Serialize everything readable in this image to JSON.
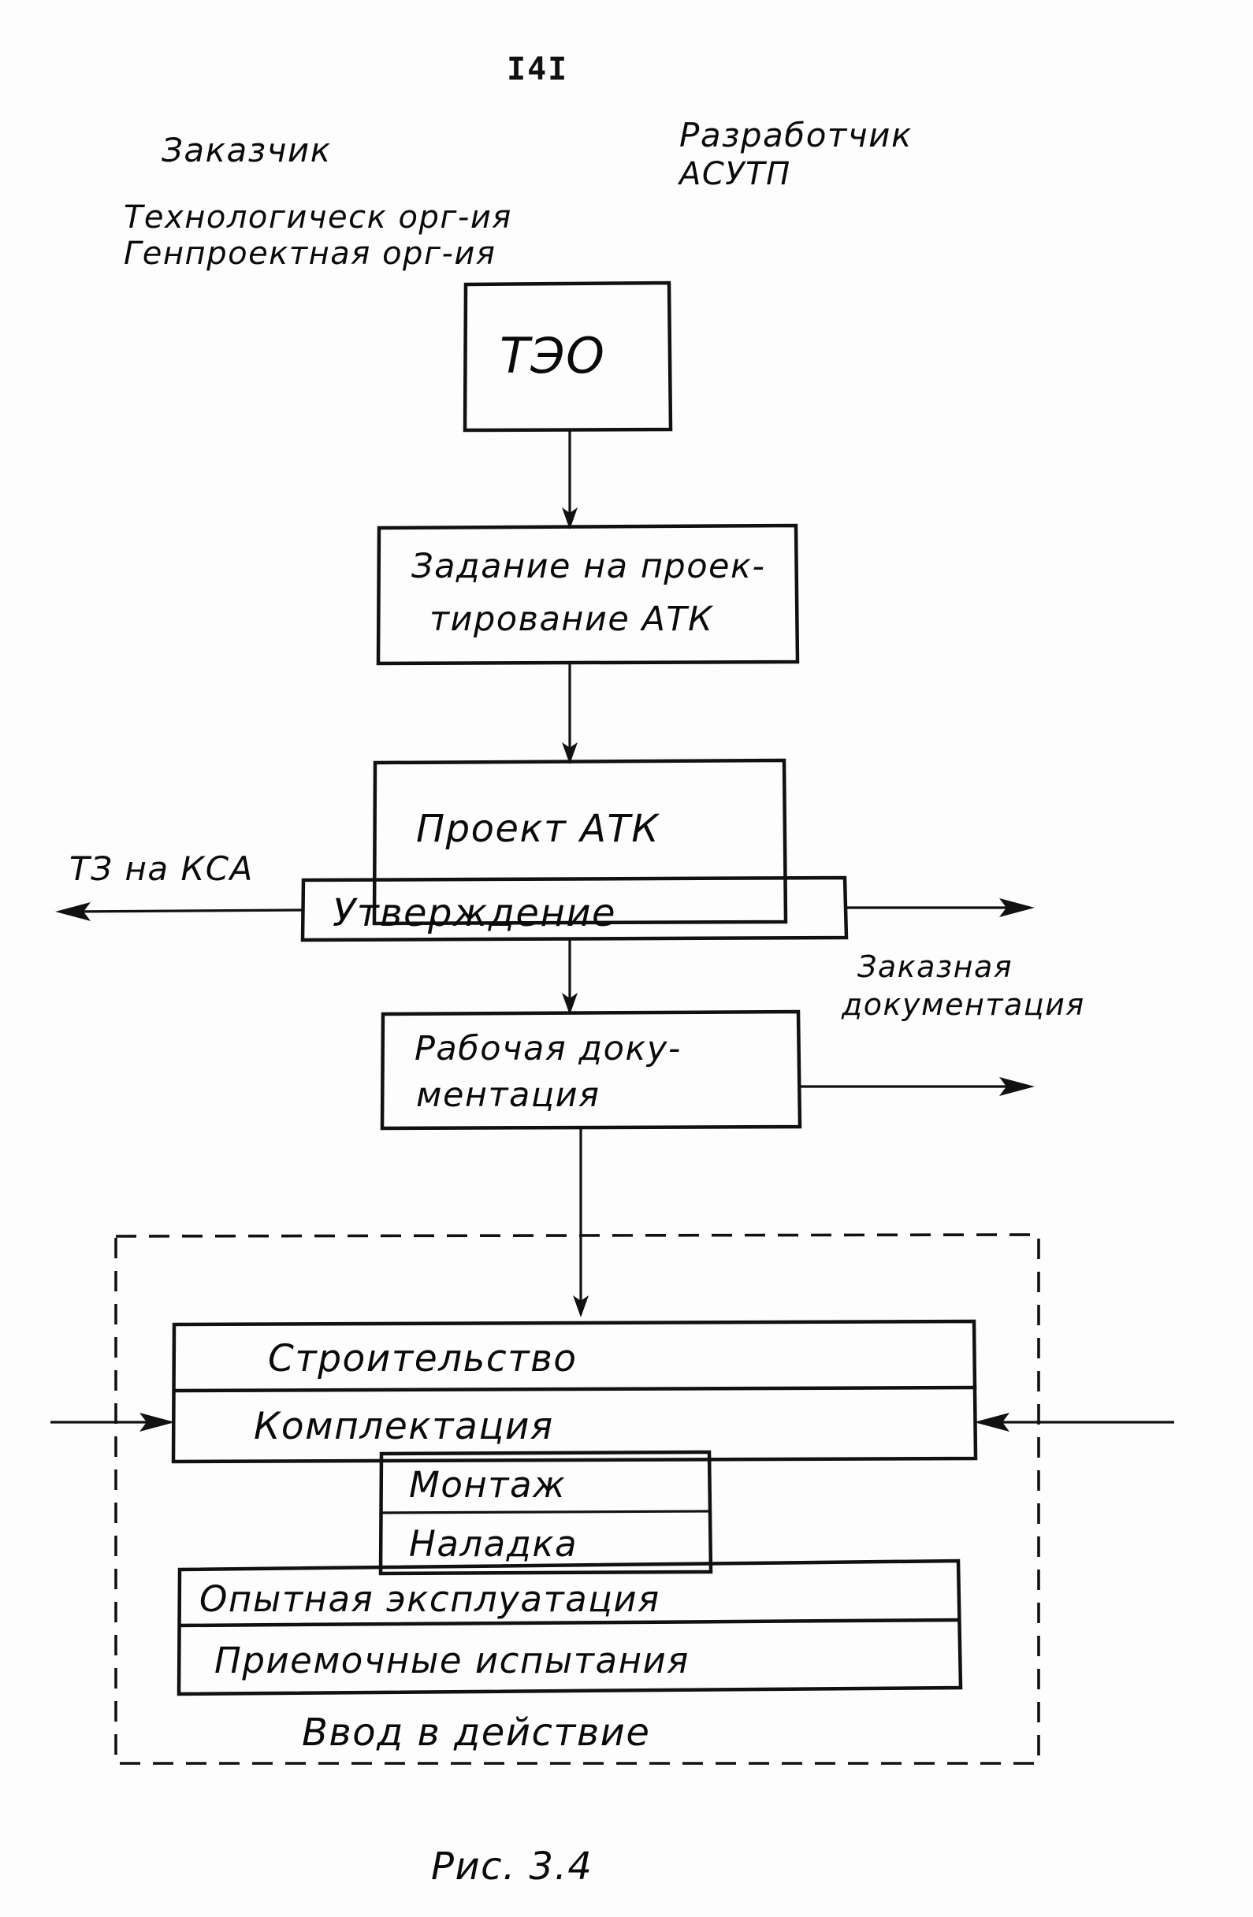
{
  "page": {
    "number": "I4I",
    "caption": "Рис.  3.4",
    "language": "ru",
    "ink_color": "#111111",
    "paper_color": "#fdfdfd"
  },
  "column_headers": {
    "left": [
      "Заказчик",
      "Технологическ орг-ия",
      "Генпроектная орг-ия"
    ],
    "right": [
      "Разработчик",
      "АСУТП"
    ]
  },
  "boxes": {
    "teo": "ТЭО",
    "zadanie_line1": "Задание  на  проек-",
    "zadanie_line2": "тирование  АТК",
    "proekt_atk": "Проект   АТК",
    "utverzhdenie": "Утверждение",
    "rabochaya_line1": "Рабочая   доку-",
    "rabochaya_line2": "ментация",
    "stroitelstvo": "Строительство",
    "komplektatsiya": "Комплектация",
    "montazh": "Монтаж",
    "naladka": "Наладка",
    "opytnaya": "Опытная   эксплуатация",
    "priemochnye": "Приемочные   испытания",
    "vvod": "Ввод   в  действие"
  },
  "edge_labels": {
    "tz_na_ksa": "ТЗ  на  КСА",
    "zakaznaya_line1": "Заказная",
    "zakaznaya_line2": "документация"
  },
  "flow": {
    "sequence": [
      "ТЭО",
      "Задание на проектирование АТК",
      "Проект АТК",
      "Утверждение",
      "Рабочая документация",
      "Строительство / Комплектация",
      "Монтаж / Наладка",
      "Опытная эксплуатация",
      "Приемочные испытания",
      "Ввод в действие"
    ],
    "outputs_left": [
      "ТЗ на КСА"
    ],
    "outputs_right": [
      "Заказная документация"
    ],
    "dashed_group_label": "Ввод в действие"
  }
}
